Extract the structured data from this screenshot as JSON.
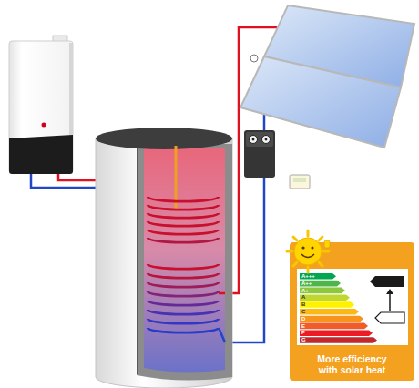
{
  "diagram": {
    "nodes": [
      {
        "text": [
          "More efficiency with solar heat"
        ]
      }
    ],
    "labels": [
      "A+++",
      "A++",
      "A+",
      "A",
      "B",
      "C",
      "D",
      "E",
      "F",
      "G"
    ]
  }
}
